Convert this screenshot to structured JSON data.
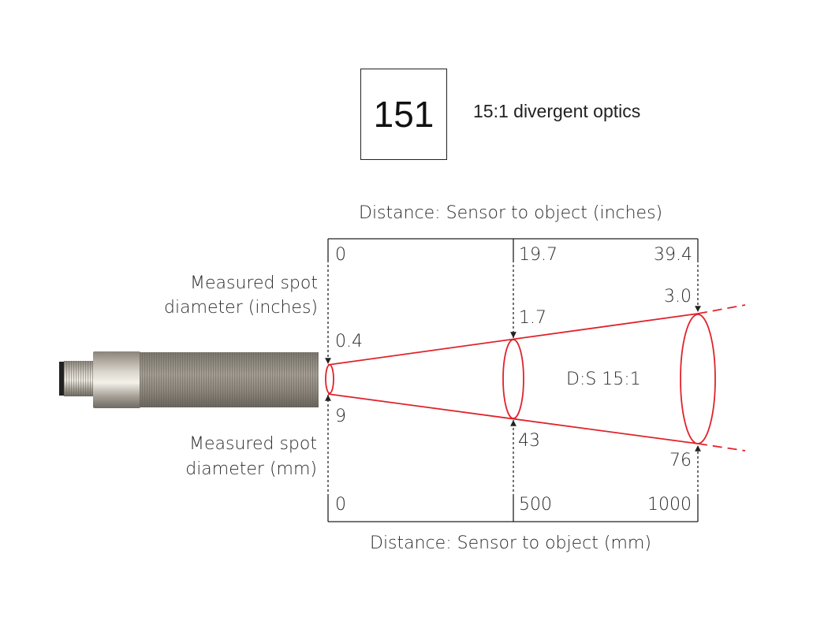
{
  "model": "151",
  "subtitle": "15:1 divergent optics",
  "top_axis_label": "Distance: Sensor to object (inches)",
  "bottom_axis_label": "Distance: Sensor to object (mm)",
  "spot_inches_label": [
    "Measured spot",
    "diameter (inches)"
  ],
  "spot_mm_label": [
    "Measured spot",
    "diameter (mm)"
  ],
  "distance_inches": [
    "0",
    "19.7",
    "39.4"
  ],
  "distance_mm": [
    "0",
    "500",
    "1000"
  ],
  "spot_inches": [
    "0.4",
    "1.7",
    "3.0"
  ],
  "spot_mm": [
    "9",
    "43",
    "76"
  ],
  "ratio_label": "D:S 15:1",
  "colors": {
    "beam": "#e0232b",
    "line": "#222222"
  }
}
